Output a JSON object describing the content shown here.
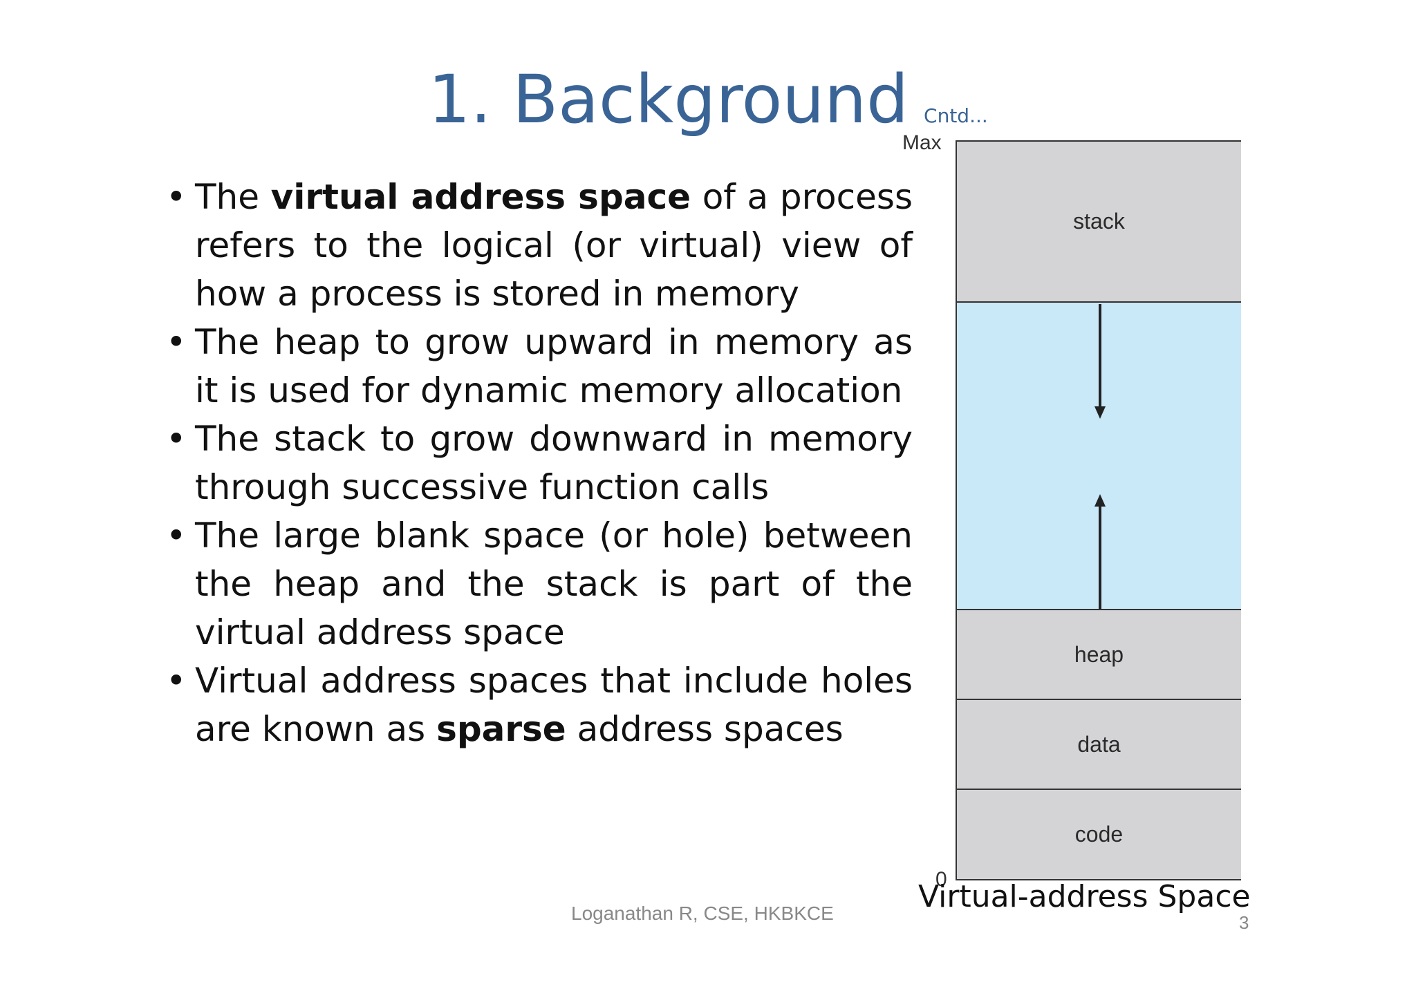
{
  "title": {
    "main": "1. Background",
    "sub": "Cntd..."
  },
  "bullets": [
    {
      "parts": [
        {
          "text": "The ",
          "bold": false
        },
        {
          "text": "virtual address space",
          "bold": true
        },
        {
          "text": " of a process refers to the logical (or virtual) view of how a process is stored in memory",
          "bold": false
        }
      ]
    },
    {
      "parts": [
        {
          "text": "The heap to grow upward in memory as it is used for dynamic memory allocation",
          "bold": false
        }
      ]
    },
    {
      "parts": [
        {
          "text": "The stack to grow downward in memory through successive function calls",
          "bold": false
        }
      ]
    },
    {
      "parts": [
        {
          "text": "The large blank space (or hole) between the heap and the stack is part of the virtual address space",
          "bold": false
        }
      ]
    },
    {
      "parts": [
        {
          "text": "Virtual address spaces that include holes are known as ",
          "bold": false
        },
        {
          "text": "sparse",
          "bold": true
        },
        {
          "text": " address spaces",
          "bold": false
        }
      ]
    }
  ],
  "bullet_glyph": "•",
  "diagram": {
    "top_label": "Max",
    "bottom_label": "0",
    "caption": "Virtual-address Space",
    "segments": {
      "stack": "stack",
      "heap": "heap",
      "data": "data",
      "code": "code"
    },
    "colors": {
      "segment": "#d4d4d6",
      "hole": "#c9e8f8"
    }
  },
  "footer": {
    "author": "Loganathan R, CSE, HKBKCE",
    "page": "3"
  }
}
